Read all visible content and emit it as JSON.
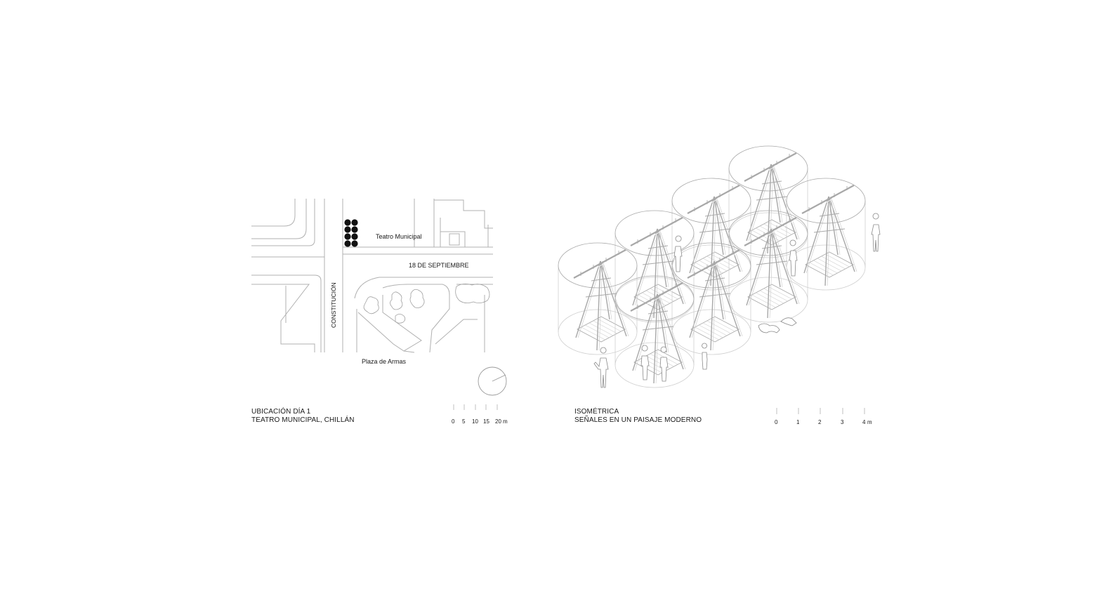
{
  "site_plan": {
    "title_line1": "UBICACIÓN DÍA 1",
    "title_line2": "TEATRO MUNICIPAL, CHILLÁN",
    "labels": {
      "teatro": "Teatro Municipal",
      "septiembre": "18 DE SEPTIEMBRE",
      "constitucion": "CONSTITUCIÓN",
      "plaza": "Plaza de Armas"
    },
    "scale_ticks": [
      "0",
      "5",
      "10",
      "15",
      "20"
    ],
    "scale_unit": "m"
  },
  "isometric": {
    "title_line1": "ISOMÉTRICA",
    "title_line2": "SEÑALES EN UN PAISAJE MODERNO",
    "scale_ticks": [
      "0",
      "1",
      "2",
      "3",
      "4"
    ],
    "scale_unit": "m"
  },
  "colors": {
    "ink": "#1a1a1a",
    "line": "#9a9a9a",
    "light_line": "#c8c8c8",
    "background": "#ffffff"
  }
}
